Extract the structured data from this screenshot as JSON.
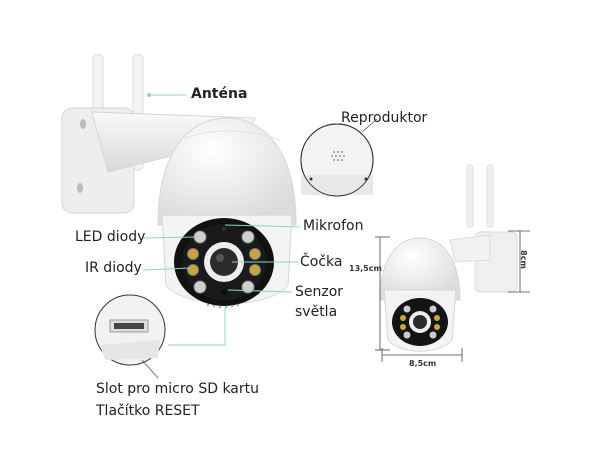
{
  "diagram": {
    "title": "IP camera component labels and dimensions",
    "labels": {
      "antenna": "Anténa",
      "speaker": "Reproduktor",
      "microphone": "Mikrofon",
      "led_diodes": "LED diody",
      "ir_diodes": "IR diody",
      "lens": "Čočka",
      "light_sensor_line1": "Senzor",
      "light_sensor_line2": "světla",
      "sd_slot": "Slot pro micro SD kartu",
      "reset_button": "Tlačítko RESET"
    },
    "dimensions": {
      "height": "13,5cm",
      "width": "8,5cm",
      "depth": "8cm"
    },
    "colors": {
      "callout_line": "#8fd3c8",
      "dark_line": "#555555",
      "camera_body": "#f2f2f2",
      "ir_led": "#c9a53a",
      "white_led": "#c8c8c8"
    }
  }
}
